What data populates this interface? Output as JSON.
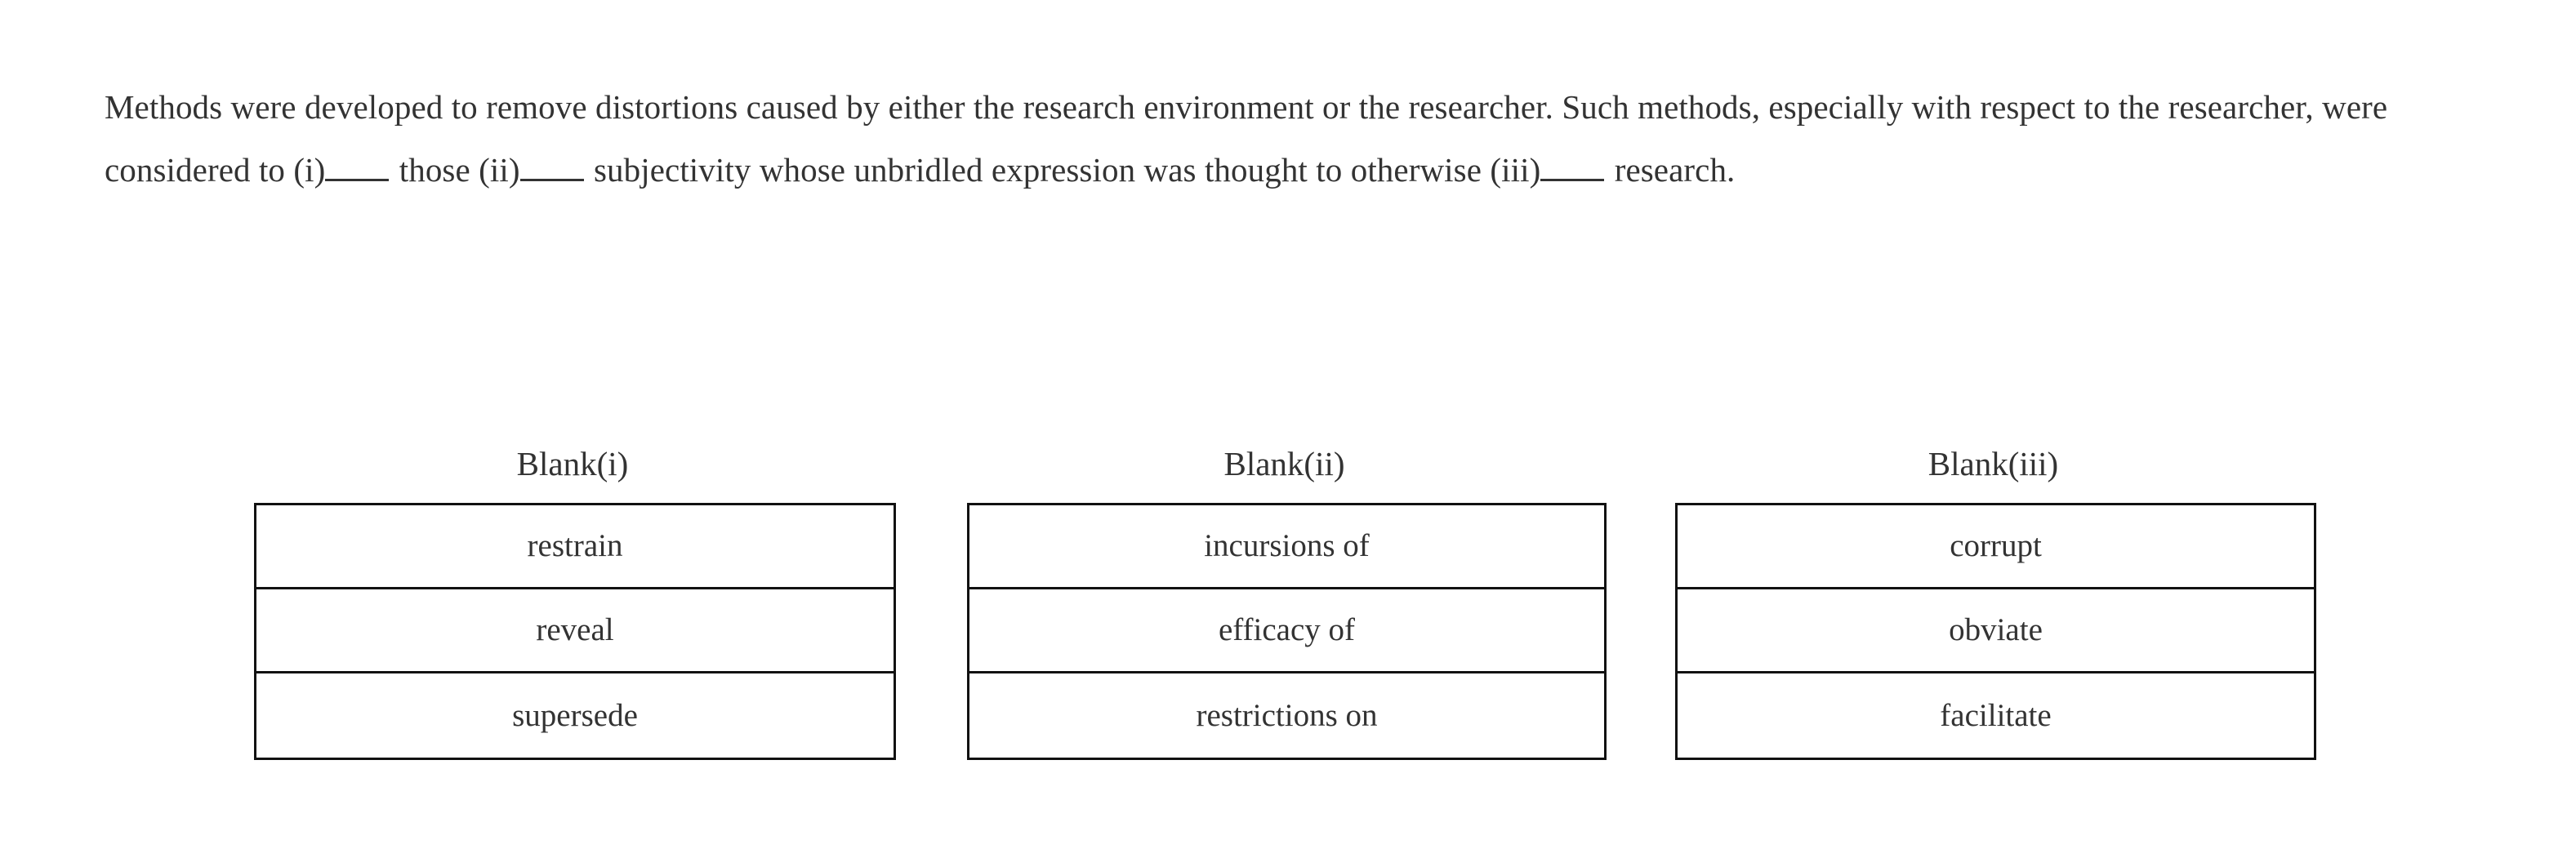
{
  "passage": {
    "segments": [
      {
        "type": "text",
        "value": "Methods were developed to remove distortions caused by either the research environment or the researcher. Such methods, especially with respect to the researcher, were considered to (i)"
      },
      {
        "type": "blank",
        "value": "_____"
      },
      {
        "type": "text",
        "value": " those (ii)"
      },
      {
        "type": "blank",
        "value": "_____"
      },
      {
        "type": "text",
        "value": " subjectivity whose unbridled expression was thought to otherwise (iii)"
      },
      {
        "type": "blank",
        "value": "_____"
      },
      {
        "type": "text",
        "value": " research."
      }
    ],
    "part_1": "Methods were developed to remove distortions caused by either the research environment or the researcher. Such methods, especially with respect to the researcher, were considered to (i)",
    "part_2": " those (ii)",
    "part_3": " subjectivity whose unbridled expression was thought to otherwise (iii)",
    "part_4": " research."
  },
  "answer_columns": [
    {
      "header": "Blank(i)",
      "options": [
        {
          "label": "restrain"
        },
        {
          "label": "reveal"
        },
        {
          "label": "supersede"
        }
      ]
    },
    {
      "header": "Blank(ii)",
      "options": [
        {
          "label": "incursions of"
        },
        {
          "label": "efficacy of"
        },
        {
          "label": "restrictions on"
        }
      ]
    },
    {
      "header": "Blank(iii)",
      "options": [
        {
          "label": "corrupt"
        },
        {
          "label": "obviate"
        },
        {
          "label": "facilitate"
        }
      ]
    }
  ],
  "colors": {
    "background": "#ffffff",
    "text": "#333333",
    "border": "#111111"
  }
}
